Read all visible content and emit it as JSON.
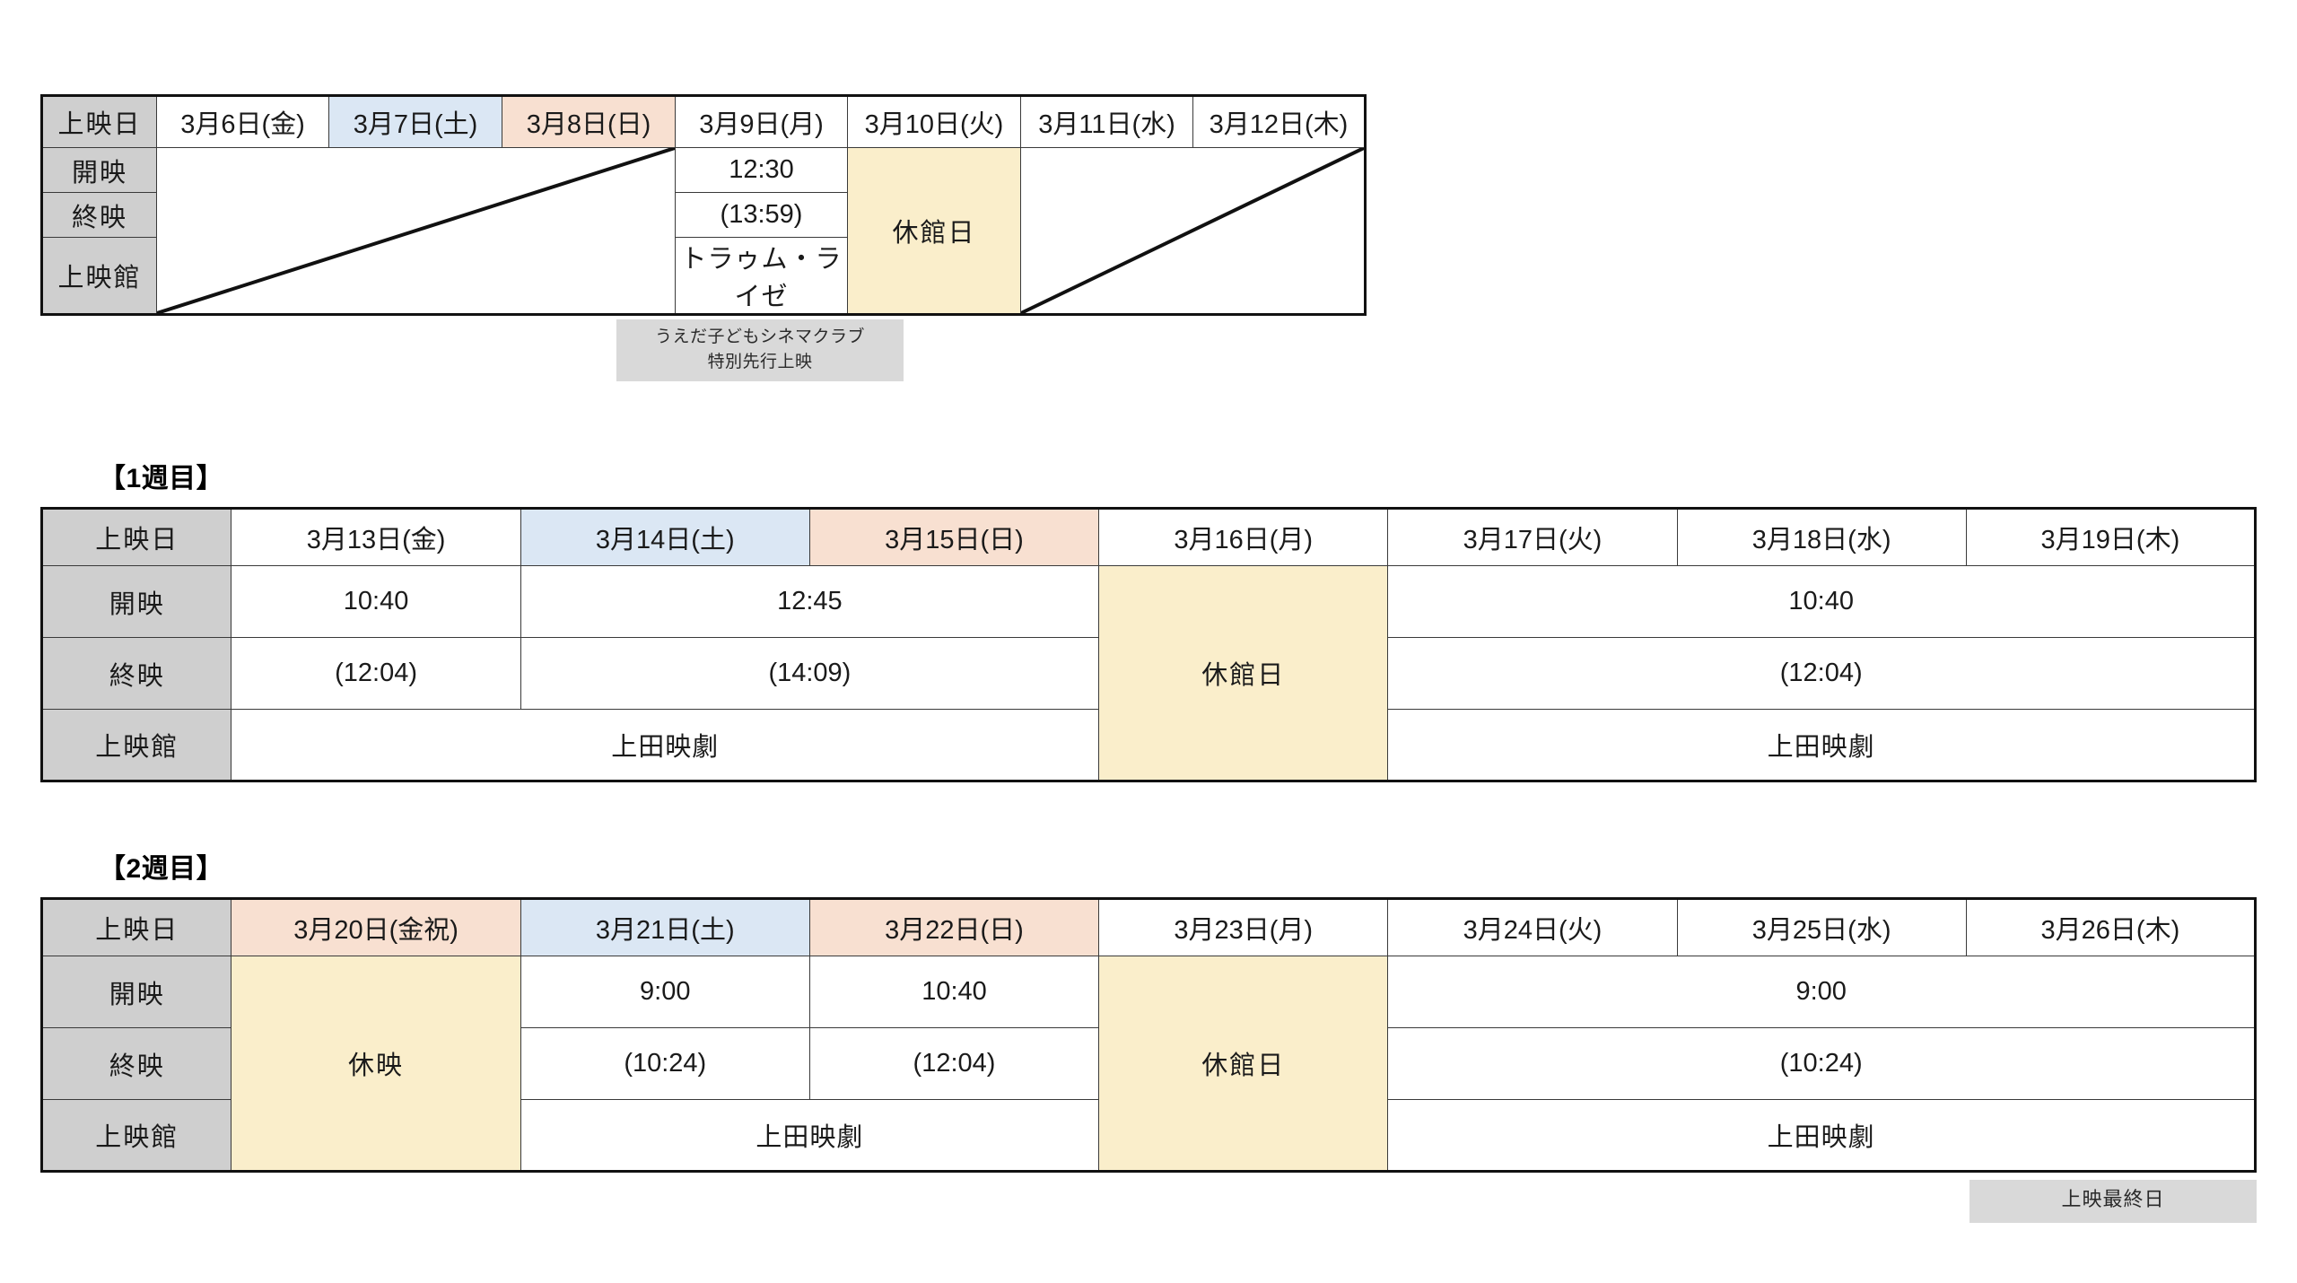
{
  "row_labels": {
    "date": "上映日",
    "start": "開映",
    "end": "終映",
    "venue": "上映館"
  },
  "labels": {
    "week1": "【1週目】",
    "week2": "【2週目】"
  },
  "common": {
    "closed_day": "休館日",
    "no_screening": "休映",
    "venue_name": "上田映劇",
    "special_venue": "トラゥム・ライゼ"
  },
  "notes": {
    "preview_line1": "うえだ子どもシネマクラブ",
    "preview_line2": "特別先行上映",
    "final_day": "上映最終日"
  },
  "colors": {
    "row_header_bg": "#cfcfcf",
    "day_header_bg": "#f0f0f0",
    "saturday_bg": "#dbe7f4",
    "sunday_bg": "#f8e0d1",
    "closed_bg": "#faeecb",
    "note_bg": "#d9d9d9",
    "end_time_text": "#9a9a9a",
    "border": "#3a3a3a"
  },
  "table0": {
    "days": [
      {
        "label": "3月6日(金)",
        "kind": "weekday"
      },
      {
        "label": "3月7日(土)",
        "kind": "sat"
      },
      {
        "label": "3月8日(日)",
        "kind": "sun"
      },
      {
        "label": "3月9日(月)",
        "kind": "weekday"
      },
      {
        "label": "3月10日(火)",
        "kind": "weekday"
      },
      {
        "label": "3月11日(水)",
        "kind": "weekday"
      },
      {
        "label": "3月12日(木)",
        "kind": "weekday"
      }
    ],
    "start_row": [
      "",
      "",
      "",
      "12:30",
      "休館日",
      "",
      ""
    ],
    "end_row": [
      "",
      "",
      "",
      "(13:59)",
      "",
      "",
      ""
    ],
    "venue_row": [
      "",
      "",
      "",
      "トラゥム・ライゼ",
      "",
      "",
      ""
    ]
  },
  "table1": {
    "days": [
      {
        "label": "3月13日(金)",
        "kind": "weekday"
      },
      {
        "label": "3月14日(土)",
        "kind": "sat"
      },
      {
        "label": "3月15日(日)",
        "kind": "sun"
      },
      {
        "label": "3月16日(月)",
        "kind": "weekday"
      },
      {
        "label": "3月17日(火)",
        "kind": "weekday"
      },
      {
        "label": "3月18日(水)",
        "kind": "weekday"
      },
      {
        "label": "3月19日(木)",
        "kind": "weekday"
      }
    ],
    "start_13": "10:40",
    "end_13": "(12:04)",
    "start_14_15": "12:45",
    "end_14_15": "(14:09)",
    "closed_16": "休館日",
    "start_17_19": "10:40",
    "end_17_19": "(12:04)",
    "venue_13_15": "上田映劇",
    "venue_17_19": "上田映劇"
  },
  "table2": {
    "days": [
      {
        "label": "3月20日(金祝)",
        "kind": "hol"
      },
      {
        "label": "3月21日(土)",
        "kind": "sat"
      },
      {
        "label": "3月22日(日)",
        "kind": "sun"
      },
      {
        "label": "3月23日(月)",
        "kind": "weekday"
      },
      {
        "label": "3月24日(火)",
        "kind": "weekday"
      },
      {
        "label": "3月25日(水)",
        "kind": "weekday"
      },
      {
        "label": "3月26日(木)",
        "kind": "weekday"
      }
    ],
    "norun_20": "休映",
    "start_21": "9:00",
    "end_21": "(10:24)",
    "start_22": "10:40",
    "end_22": "(12:04)",
    "closed_23": "休館日",
    "start_24_26": "9:00",
    "end_24_26": "(10:24)",
    "venue_21_22": "上田映劇",
    "venue_24_26": "上田映劇"
  }
}
